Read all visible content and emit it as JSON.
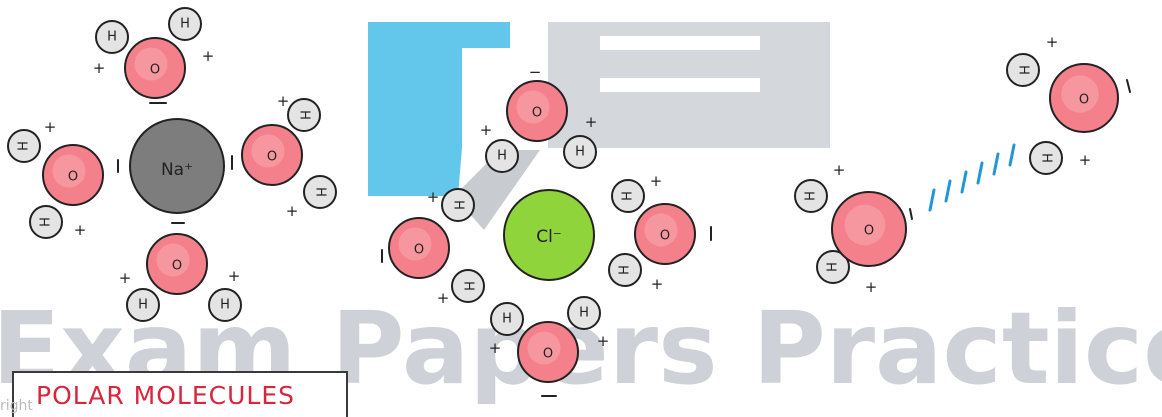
{
  "watermark": {
    "text": "Exam Papers Practice"
  },
  "label_box": {
    "text": "POLAR   MOLECULES"
  },
  "copyright_fragment": "right",
  "atoms": {
    "hydrogen": "H",
    "oxygen": "O",
    "sodium_ion": "Na⁺",
    "chloride_ion": "Cl⁻"
  },
  "charges": {
    "plus": "+",
    "minus": "−"
  },
  "colors": {
    "oxygen_fill": "#f3808a",
    "oxygen_inner": "#f9a7ae",
    "hydrogen_fill": "#e4e4e4",
    "sodium_fill": "#7d7d7d",
    "chloride_fill": "#8fd43a",
    "hydrogen_bond": "#2196d8",
    "label_text": "#d9263f",
    "watermark": "#c9cdd3"
  }
}
